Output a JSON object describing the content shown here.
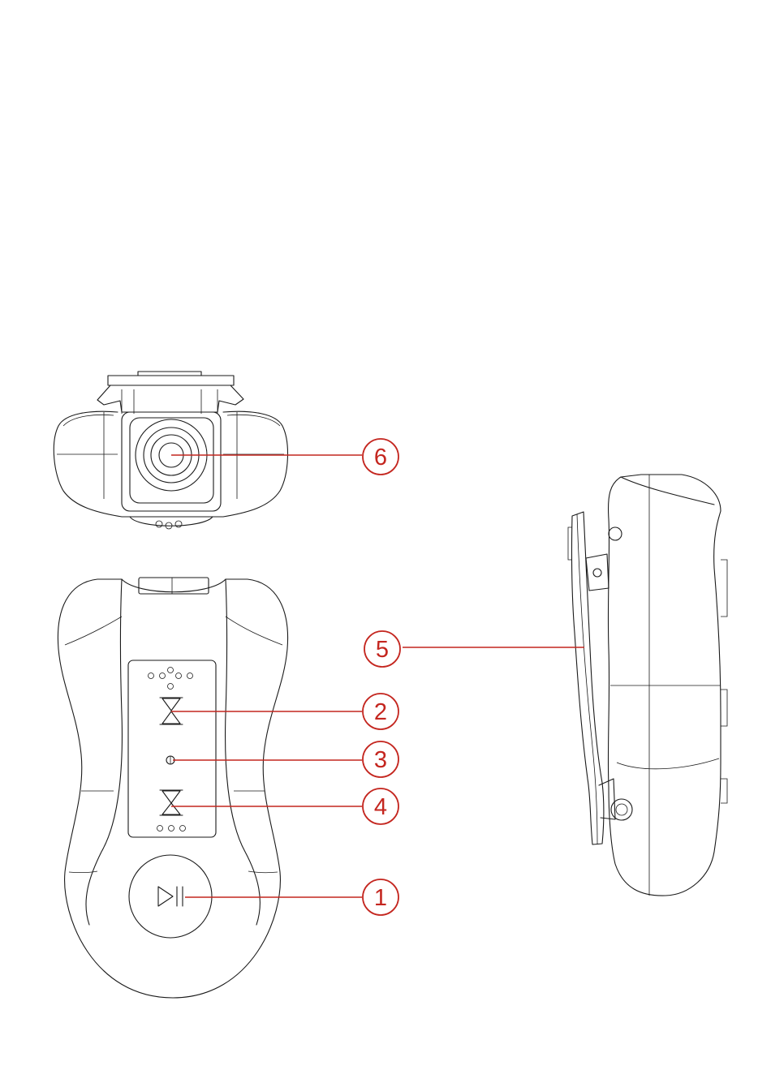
{
  "colors": {
    "callout": "#c4261f",
    "line_art": "#1a1a1a",
    "background": "#ffffff"
  },
  "views": {
    "top_view": {
      "name": "device-top-view"
    },
    "front_view": {
      "name": "device-front-view"
    },
    "side_view": {
      "name": "device-side-view"
    }
  },
  "callouts": [
    {
      "id": "c6",
      "number": "6",
      "target": "earphone-jack"
    },
    {
      "id": "c5",
      "number": "5",
      "target": "belt-clip"
    },
    {
      "id": "c2",
      "number": "2",
      "target": "next-button"
    },
    {
      "id": "c3",
      "number": "3",
      "target": "indicator-light"
    },
    {
      "id": "c4",
      "number": "4",
      "target": "previous-button"
    },
    {
      "id": "c1",
      "number": "1",
      "target": "play-pause-button"
    }
  ]
}
